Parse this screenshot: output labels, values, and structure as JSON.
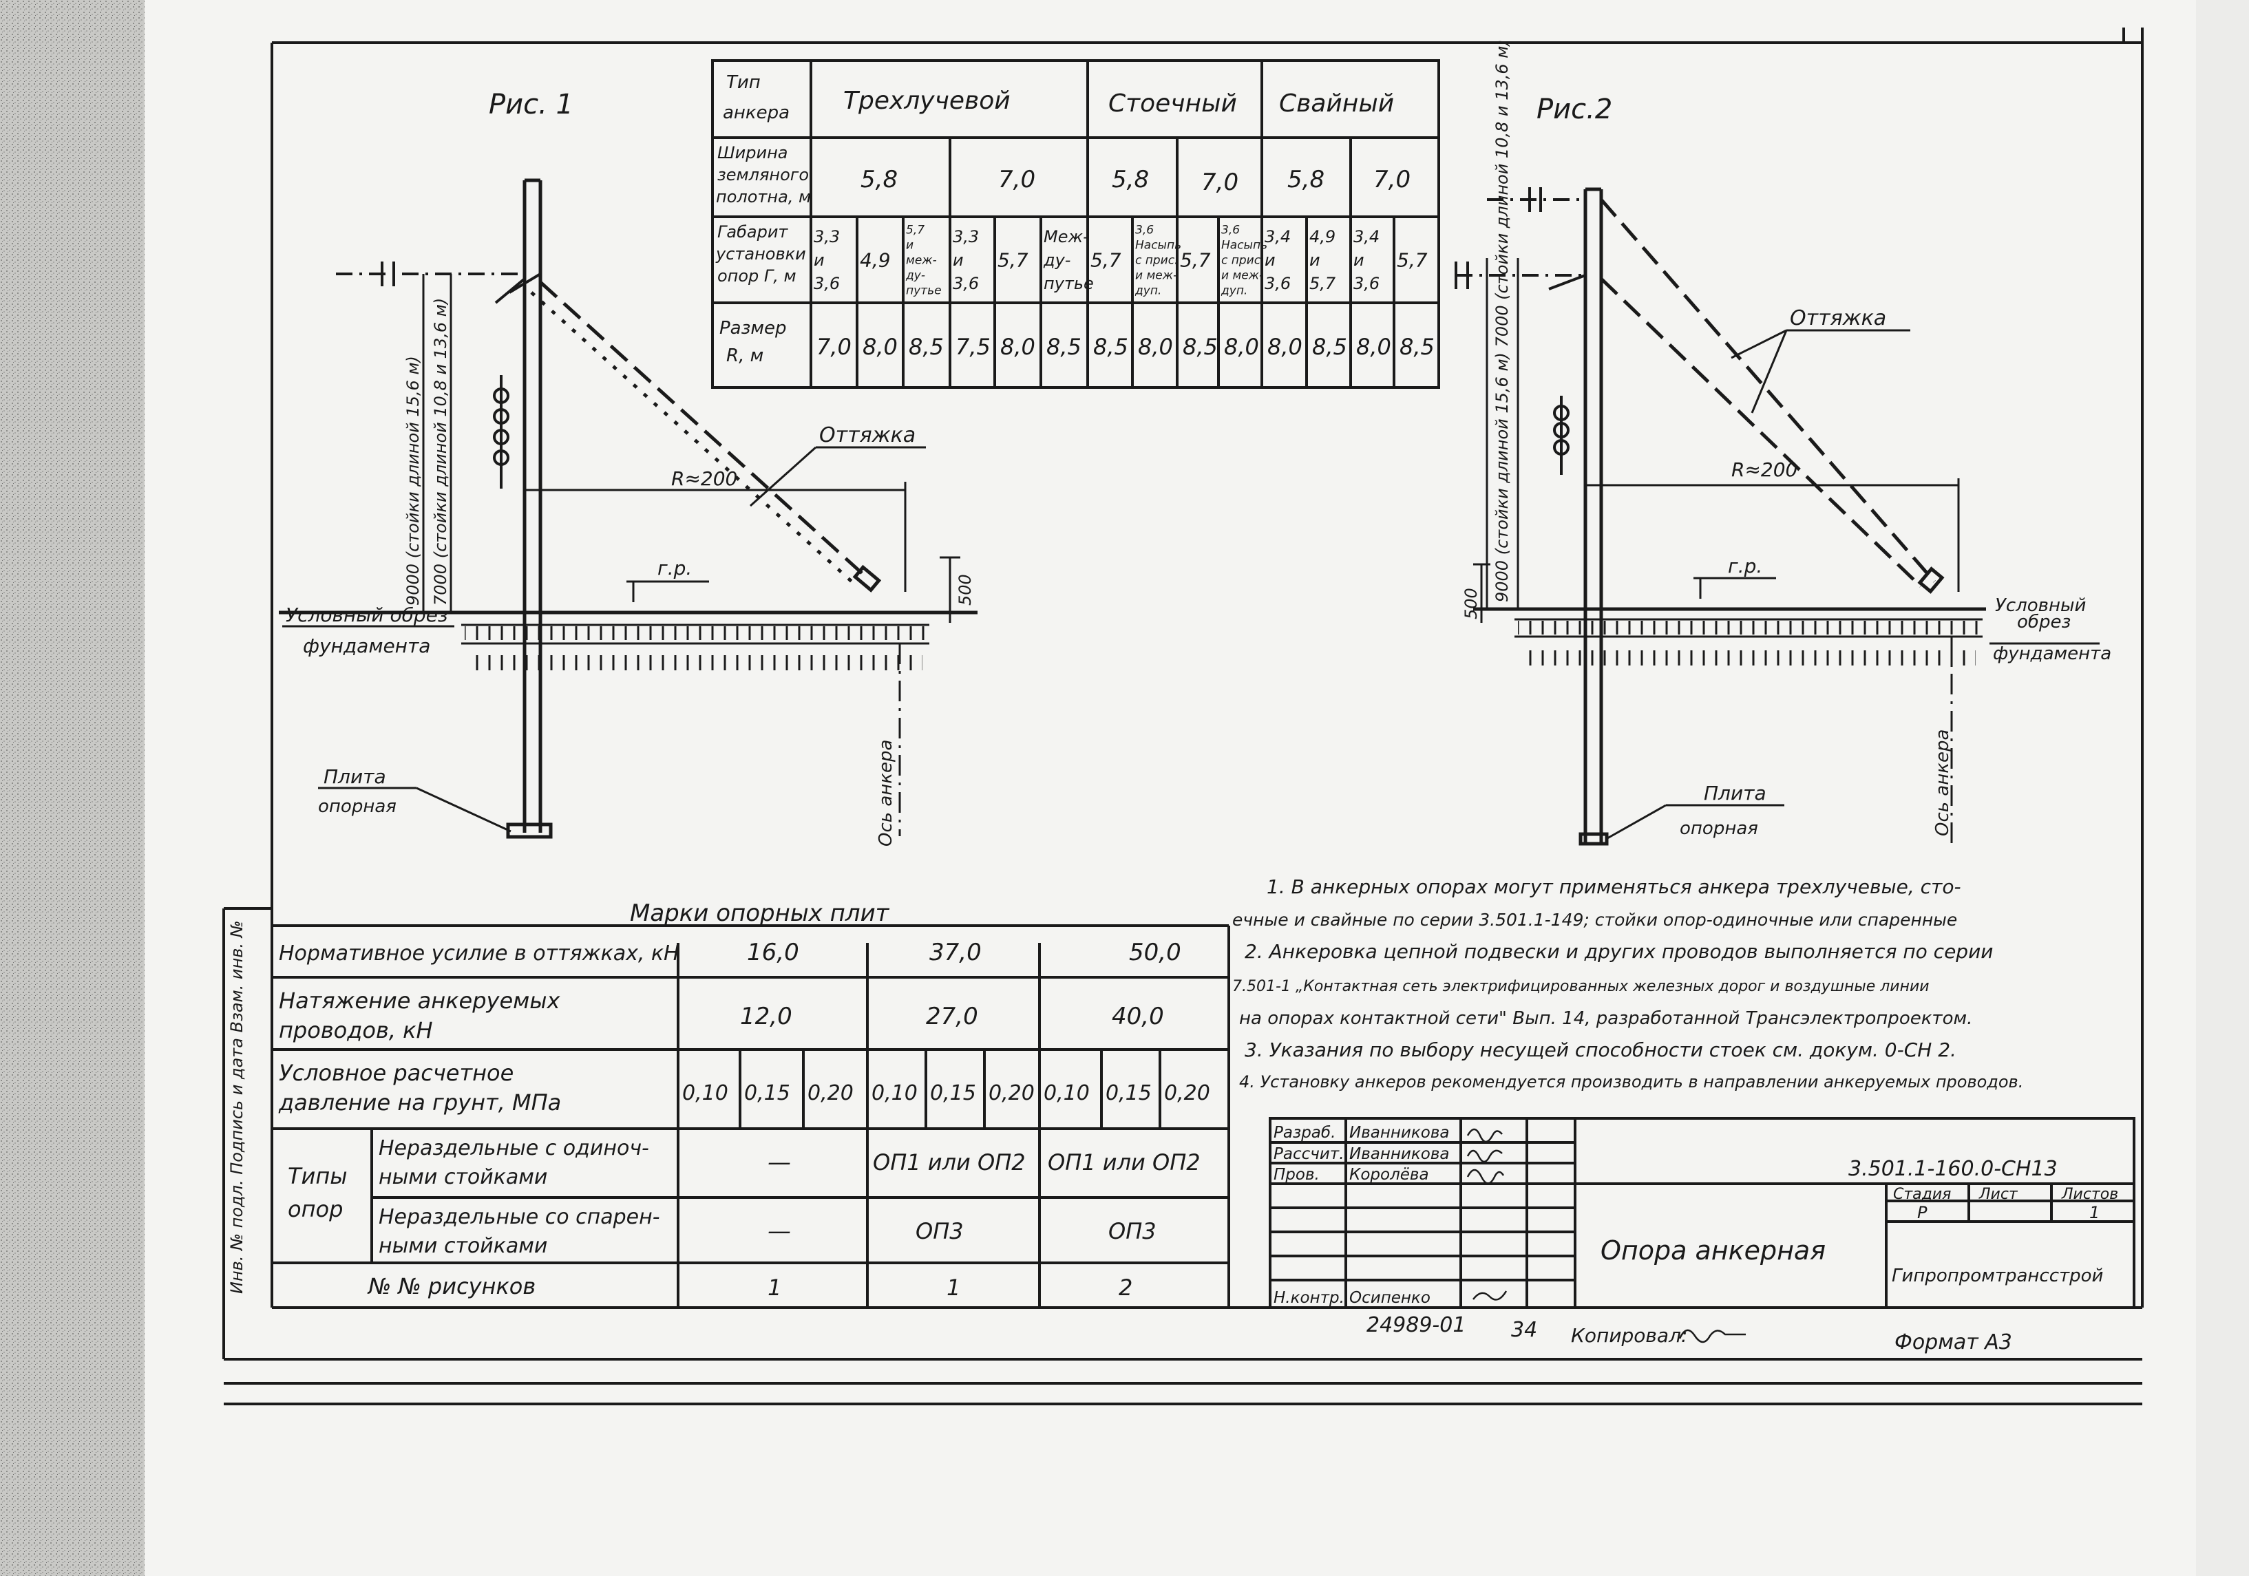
{
  "fig1": {
    "title": "Рис. 1",
    "stay": "Оттяжка",
    "radius": "R≈200",
    "gr": "г.р.",
    "dim500": "500",
    "dim_v1": "9000 (стойки длиной 15,6 м)",
    "dim_v2": "7000 (стойки длиной 10,8 и 13,6 м)",
    "cut1": "Условный обрез",
    "cut2": "фундамента",
    "plate1": "Плита",
    "plate2": "опорная",
    "axis": "Ось анкера"
  },
  "fig2": {
    "title": "Рис.2",
    "stay": "Оттяжка",
    "radius": "R≈200",
    "gr": "г.р.",
    "dim500": "500",
    "dim_v": "9000 (стойки длиной 15,6 м) 7000 (стойки длиной 10,8 и 13,6 м)",
    "cut1": "Условный",
    "cut2": "обрез",
    "cut3": "фундамента",
    "plate1": "Плита",
    "plate2": "опорная",
    "axis": "Ось анкера"
  },
  "anchor_table": {
    "h_type": [
      "Тип",
      "анкера"
    ],
    "types": [
      "Трехлучевой",
      "Стоечный",
      "Свайный"
    ],
    "h_width": [
      "Ширина",
      "земляного",
      "полотна, м"
    ],
    "widths": [
      "5,8",
      "7,0",
      "5,8",
      "7,0",
      "5,8",
      "7,0"
    ],
    "h_gab": [
      "Габарит",
      "установки",
      "опор Г, м"
    ],
    "gab": [
      [
        "3,3",
        "и",
        "3,6"
      ],
      [
        "4,9"
      ],
      [
        "5,7",
        "и",
        "меж-",
        "ду-",
        "путье"
      ],
      [
        "3,3",
        "и",
        "3,6"
      ],
      [
        "5,7"
      ],
      [
        "Меж-",
        "ду-",
        "путье"
      ],
      [
        "5,7"
      ],
      [
        "3,6",
        "Насыпь",
        "с прис.",
        "и меж-",
        "дуп."
      ],
      [
        "5,7"
      ],
      [
        "3,6",
        "Насыпь",
        "с прис.",
        "и меж-",
        "дуп."
      ],
      [
        "3,4",
        "и",
        "3,6"
      ],
      [
        "4,9",
        "и",
        "5,7"
      ],
      [
        "3,4",
        "и",
        "3,6"
      ],
      [
        "5,7"
      ]
    ],
    "h_size": [
      "Размер",
      "R, м"
    ],
    "sizes": [
      "7,0",
      "8,0",
      "8,5",
      "7,5",
      "8,0",
      "8,5",
      "8,5",
      "8,0",
      "8,5",
      "8,0",
      "8,0",
      "8,5",
      "8,0",
      "8,5"
    ]
  },
  "plates_table": {
    "header": "Марки опорных плит",
    "r1_label": "Нормативное усилие в оттяжках, кН",
    "r1": [
      "16,0",
      "37,0",
      "50,0"
    ],
    "r2_label": [
      "Натяжение анкеруемых",
      "проводов, кН"
    ],
    "r2": [
      "12,0",
      "27,0",
      "40,0"
    ],
    "r3_label": [
      "Условное расчетное",
      "давление на грунт, МПа"
    ],
    "r3": [
      "0,10",
      "0,15",
      "0,20",
      "0,10",
      "0,15",
      "0,20",
      "0,10",
      "0,15",
      "0,20"
    ],
    "types_label": [
      "Типы",
      "опор"
    ],
    "r4_label": [
      "Нераздельные с одиноч-",
      "ными стойками"
    ],
    "r4": [
      "—",
      "ОП1 или ОП2",
      "ОП1 или ОП2"
    ],
    "r5_label": [
      "Нераздельные со спарен-",
      "ными стойками"
    ],
    "r5": [
      "—",
      "ОП3",
      "ОП3"
    ],
    "r6_label": "№ № рисунков",
    "r6": [
      "1",
      "1",
      "2"
    ]
  },
  "notes": [
    "1. В анкерных опорах могут применяться анкера трехлучевые, сто-",
    "ечные и свайные по серии 3.501.1-149; стойки опор-одиночные или спаренные",
    "2. Анкеровка цепной подвески и других проводов выполняется по серии",
    "7.501-1 „Контактная сеть электрифицированных железных дорог и воздушные линии",
    "на опорах контактной сети\" Вып. 14, разработанной Трансэлектропроектом.",
    "3. Указания по выбору несущей способности стоек см. докум. 0-СН 2.",
    "4. Установку анкеров рекомендуется производить в направлении анкеруемых проводов."
  ],
  "stamp": {
    "rows": [
      {
        "role": "Разраб.",
        "name": "Иванникова"
      },
      {
        "role": "Рассчит.",
        "name": "Иванникова"
      },
      {
        "role": "Пров.",
        "name": "Королёва"
      },
      {
        "role": "",
        "name": ""
      },
      {
        "role": "",
        "name": ""
      },
      {
        "role": "",
        "name": ""
      },
      {
        "role": "",
        "name": ""
      },
      {
        "role": "Н.контр.",
        "name": "Осипенко"
      }
    ],
    "code": "3.501.1-160.0-СН13",
    "title": "Опора анкерная",
    "stage_h": "Стадия",
    "sheet_h": "Лист",
    "sheets_h": "Листов",
    "stage": "Р",
    "sheets": "1",
    "org": "Гипропромтрансстрой"
  },
  "bottom": {
    "inv": "24989-01",
    "page": "34",
    "copied": "Копировал:",
    "format": "Формат А3"
  },
  "side_stamp": "Инв. № подл.   Подпись и дата   Взам. инв. №"
}
